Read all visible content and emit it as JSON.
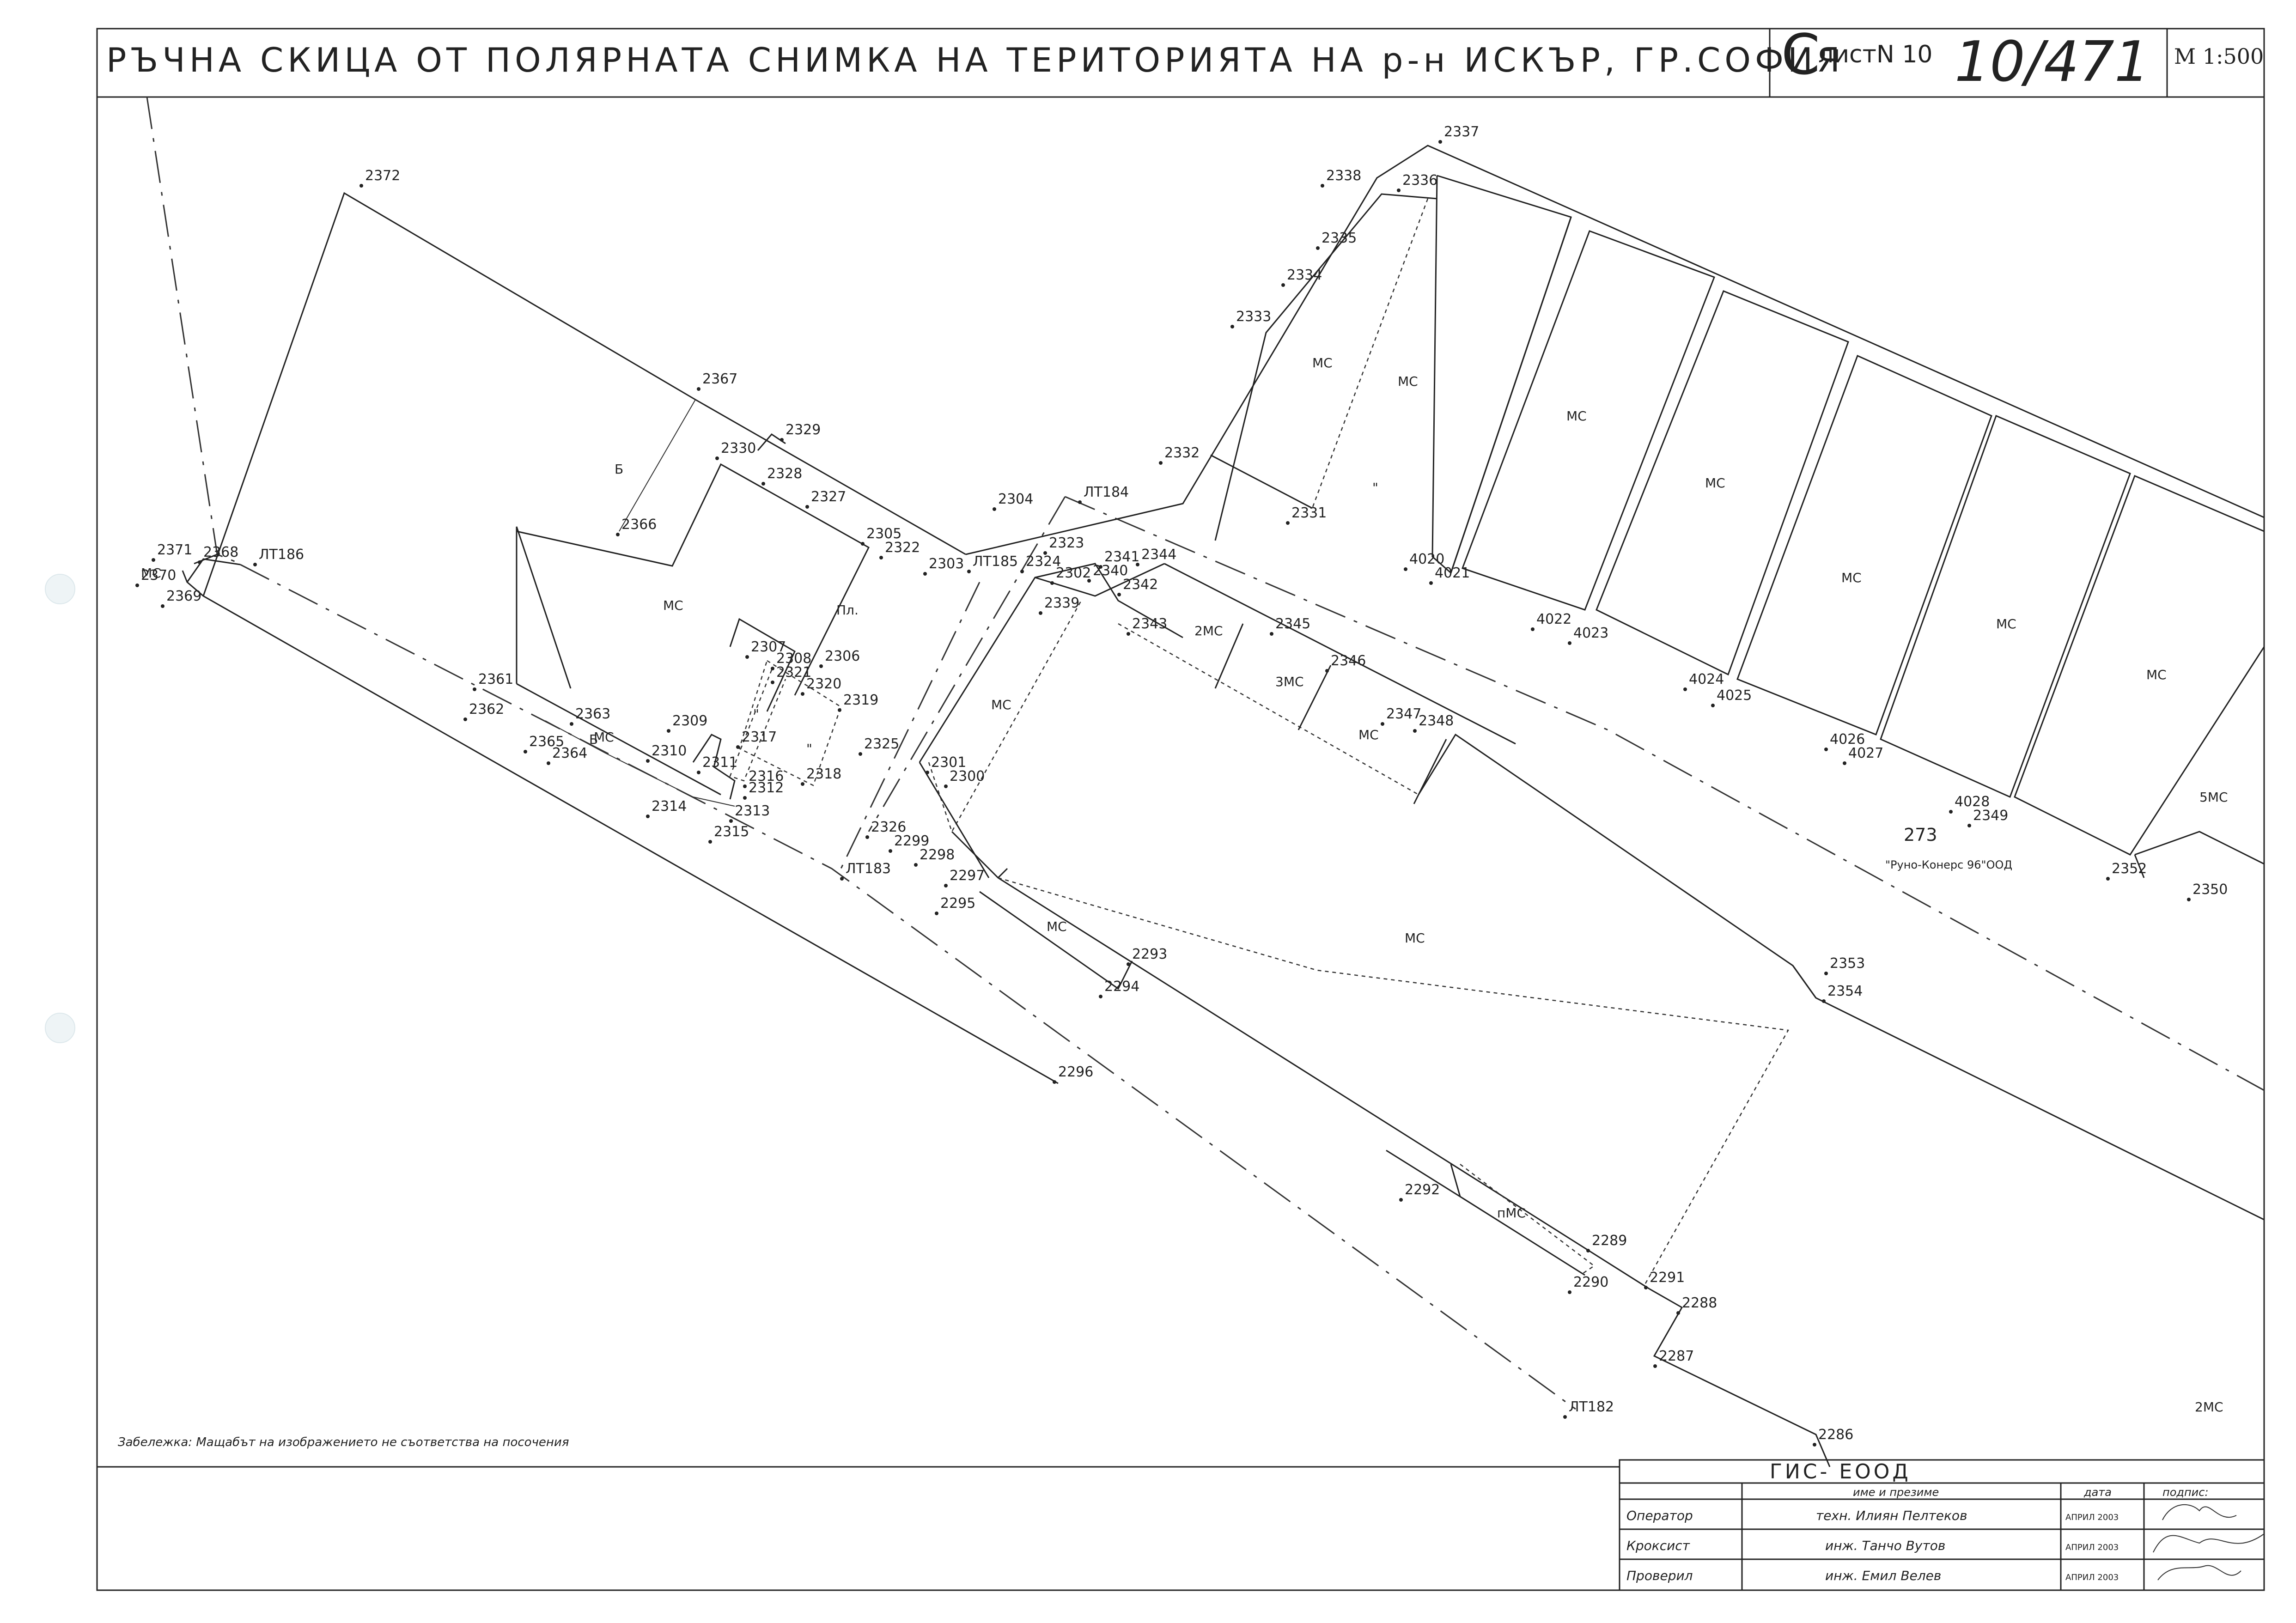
{
  "header": {
    "title": "РЪЧНА СКИЦА ОТ ПОЛЯРНАТА СНИМКА НА ТЕРИТОРИЯТА НА р-н ИСКЪР, ГР.СОФИЯ",
    "logo_letter": "С",
    "sheet_label": "листN 10",
    "handwritten_number": "10/471",
    "scale": "М 1:500"
  },
  "map": {
    "points": [
      "2372",
      "2367",
      "2329",
      "2330",
      "2328",
      "2327",
      "2366",
      "2305",
      "2322",
      "2303",
      "ЛТ185",
      "2304",
      "ЛТ184",
      "2323",
      "2324",
      "2302",
      "2340",
      "2341",
      "2344",
      "2342",
      "2339",
      "2343",
      "2345",
      "2346",
      "2347",
      "2348",
      "2371",
      "2368",
      "ЛТ186",
      "2370",
      "2369",
      "2361",
      "2362",
      "2363",
      "2365",
      "2364",
      "2307",
      "2308",
      "2321",
      "2306",
      "2320",
      "2319",
      "2309",
      "2310",
      "2317",
      "2311",
      "2316",
      "2312",
      "2318",
      "2314",
      "2313",
      "2315",
      "2325",
      "2301",
      "2300",
      "2326",
      "2299",
      "2298",
      "ЛТ183",
      "2297",
      "2295",
      "2293",
      "2294",
      "2296",
      "2338",
      "2337",
      "2336",
      "2335",
      "2334",
      "2333",
      "2332",
      "2331",
      "4020",
      "4021",
      "4022",
      "4023",
      "4024",
      "4025",
      "4026",
      "4027",
      "4028",
      "2349",
      "2352",
      "2350",
      "2353",
      "2354",
      "2292",
      "2289",
      "2290",
      "2291",
      "2288",
      "2287",
      "ЛТ182",
      "2286"
    ],
    "labels": [
      "Б",
      "МС",
      "Пл.",
      "Б",
      "МС",
      "МС",
      "МС",
      "МС",
      "МС",
      "МС",
      "МС",
      "МС",
      "МС",
      "пМС",
      "2МС",
      "5МС",
      "2МС",
      "3МС",
      "МС",
      "МС",
      "МС",
      "МС",
      "\"",
      "\"",
      "\""
    ],
    "parcel_number": "273",
    "owner": "\"Руно-Конерс 96\"ООД"
  },
  "note": "Забележка: Мащабът на изображението не съответства на посочения",
  "footer": {
    "company": "ГИС- ЕООД",
    "col_name": "име и презиме",
    "col_date": "дата",
    "col_sign": "подпис:",
    "rows": [
      {
        "role": "Оператор",
        "name": "техн. Илиян Пелтеков",
        "date": "АПРИЛ 2003"
      },
      {
        "role": "Кроксист",
        "name": "инж. Танчо Вутов",
        "date": "АПРИЛ 2003"
      },
      {
        "role": "Проверил",
        "name": "инж. Емил Велев",
        "date": "АПРИЛ 2003"
      }
    ]
  }
}
